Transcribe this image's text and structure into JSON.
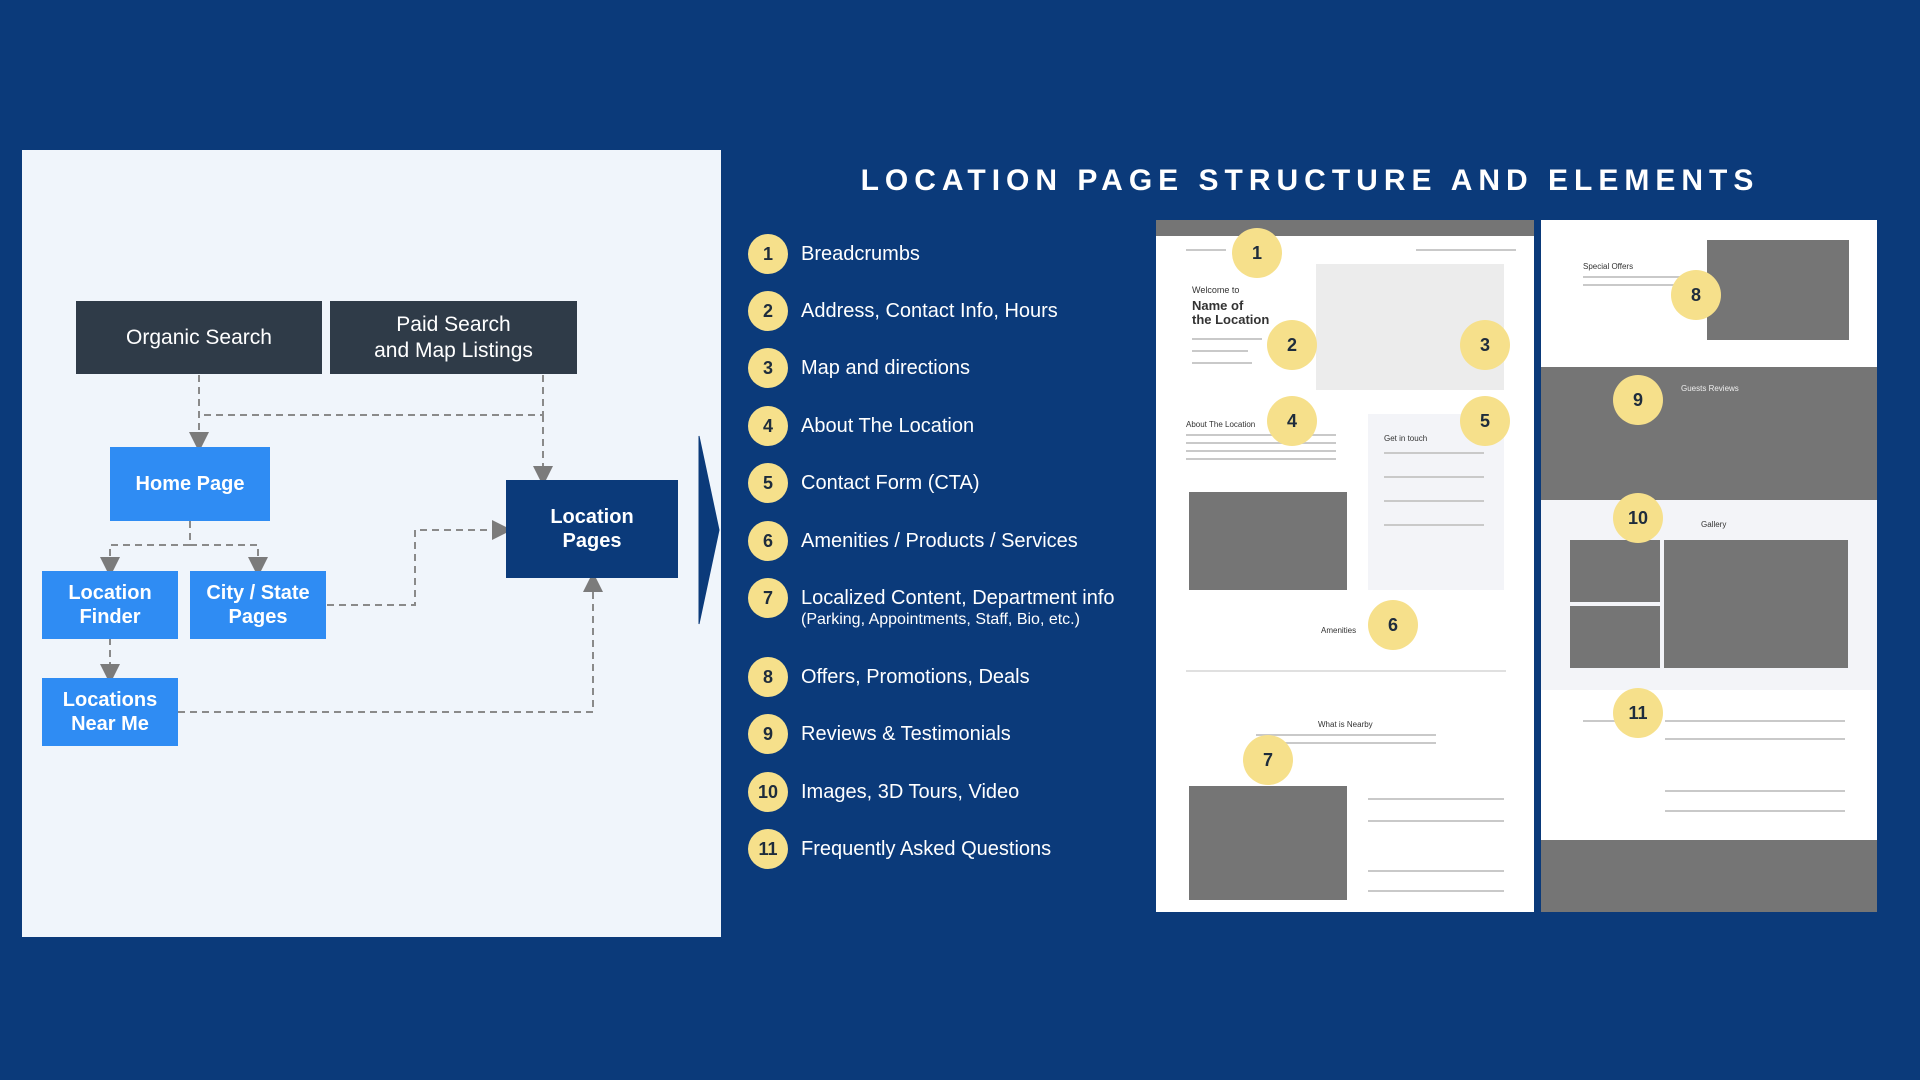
{
  "flow": {
    "organic_search": "Organic Search",
    "paid_search": "Paid Search\nand Map Listings",
    "home_page": "Home Page",
    "location_finder": "Location\nFinder",
    "city_state_pages": "City / State\nPages",
    "locations_near_me": "Locations\nNear Me",
    "location_pages": "Location\nPages"
  },
  "title": "LOCATION PAGE STRUCTURE AND ELEMENTS",
  "legend": [
    {
      "num": "1",
      "label": "Breadcrumbs"
    },
    {
      "num": "2",
      "label": "Address, Contact Info, Hours"
    },
    {
      "num": "3",
      "label": "Map and directions"
    },
    {
      "num": "4",
      "label": "About The Location"
    },
    {
      "num": "5",
      "label": "Contact Form (CTA)"
    },
    {
      "num": "6",
      "label": "Amenities / Products / Services"
    },
    {
      "num": "7",
      "label": "Localized Content, Department info",
      "sub": "(Parking, Appointments, Staff, Bio, etc.)"
    },
    {
      "num": "8",
      "label": "Offers, Promotions, Deals"
    },
    {
      "num": "9",
      "label": "Reviews & Testimonials"
    },
    {
      "num": "10",
      "label": "Images, 3D Tours, Video"
    },
    {
      "num": "11",
      "label": "Frequently Asked Questions"
    }
  ],
  "mockup": {
    "welcome": "Welcome to",
    "name": "Name of\nthe Location",
    "about": "About The Location",
    "get_in_touch": "Get in touch",
    "amenities": "Amenities",
    "whats_nearby": "What is Nearby",
    "gallery": "Gallery",
    "reviews": "Guests Reviews",
    "special_offers": "Special Offers"
  },
  "colors": {
    "background": "#0b3a7a",
    "panel": "#f0f5fb",
    "dark_box": "#2f3b48",
    "blue_box": "#2f8cf3",
    "badge": "#f6e08b",
    "placeholder_gray": "#757575"
  }
}
